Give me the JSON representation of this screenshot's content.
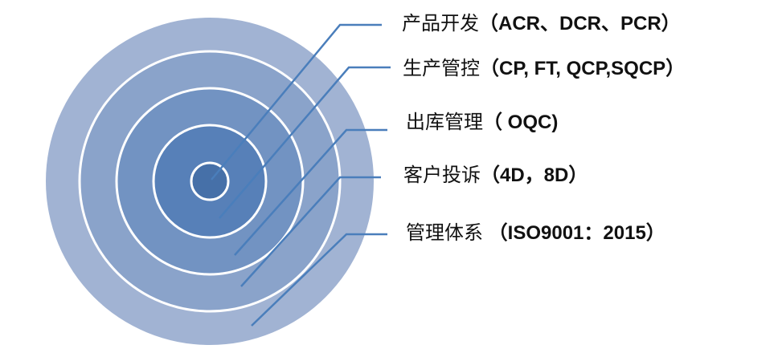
{
  "colors": {
    "ring_outer": "#A1B3D3",
    "ring_2": "#8AA3CA",
    "ring_3": "#7293C2",
    "ring_4": "#5780B8",
    "core": "#4670A8",
    "separator": "#FFFFFF",
    "leader": "#4A7EBB"
  },
  "labels": [
    {
      "cn": "产品开发",
      "en": "（ACR、DCR、PCR）"
    },
    {
      "cn": "生产管控",
      "en": "（CP, FT, QCP,SQCP）"
    },
    {
      "cn": "出库管理",
      "en": "（ OQC)"
    },
    {
      "cn": "客户投诉",
      "en": "（4D，8D）"
    },
    {
      "cn": "管理体系",
      "en": " （ISO9001：2015）"
    }
  ]
}
